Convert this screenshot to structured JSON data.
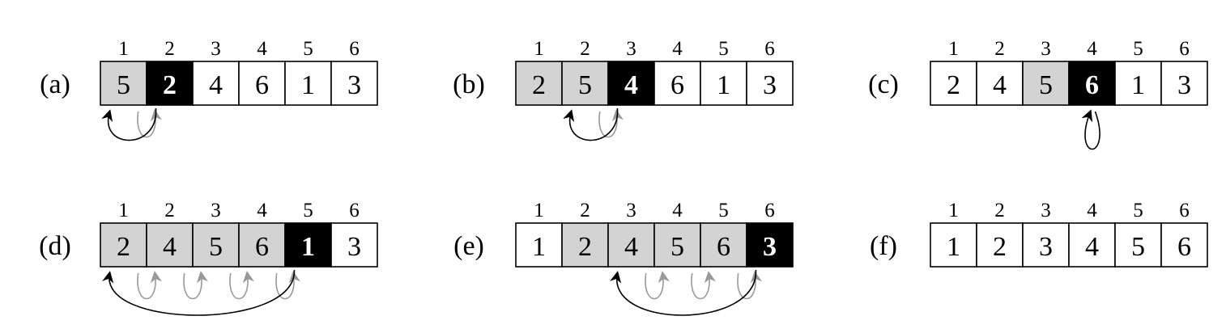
{
  "indices": [
    "1",
    "2",
    "3",
    "4",
    "5",
    "6"
  ],
  "panels": [
    {
      "label": "(a)",
      "values": [
        "5",
        "2",
        "4",
        "6",
        "1",
        "3"
      ],
      "states": [
        "gray",
        "key",
        "white",
        "white",
        "white",
        "white"
      ],
      "key_index": 1,
      "insert_index": 0,
      "shifts": [
        0
      ]
    },
    {
      "label": "(b)",
      "values": [
        "2",
        "5",
        "4",
        "6",
        "1",
        "3"
      ],
      "states": [
        "gray",
        "gray",
        "key",
        "white",
        "white",
        "white"
      ],
      "key_index": 2,
      "insert_index": 1,
      "shifts": [
        1
      ]
    },
    {
      "label": "(c)",
      "values": [
        "2",
        "4",
        "5",
        "6",
        "1",
        "3"
      ],
      "states": [
        "white",
        "white",
        "gray",
        "key",
        "white",
        "white"
      ],
      "key_index": 3,
      "insert_index": 3,
      "shifts": []
    },
    {
      "label": "(d)",
      "values": [
        "2",
        "4",
        "5",
        "6",
        "1",
        "3"
      ],
      "states": [
        "gray",
        "gray",
        "gray",
        "gray",
        "key",
        "white"
      ],
      "key_index": 4,
      "insert_index": 0,
      "shifts": [
        0,
        1,
        2,
        3
      ]
    },
    {
      "label": "(e)",
      "values": [
        "1",
        "2",
        "4",
        "5",
        "6",
        "3"
      ],
      "states": [
        "white",
        "gray",
        "gray",
        "gray",
        "gray",
        "key"
      ],
      "key_index": 5,
      "insert_index": 2,
      "shifts": [
        2,
        3,
        4
      ]
    },
    {
      "label": "(f)",
      "values": [
        "1",
        "2",
        "3",
        "4",
        "5",
        "6"
      ],
      "states": [
        "white",
        "white",
        "white",
        "white",
        "white",
        "white"
      ],
      "key_index": null,
      "insert_index": null,
      "shifts": []
    }
  ],
  "colors": {
    "gray": "#d3d3d3",
    "key": "#000000",
    "white": "#ffffff",
    "arrow_gray": "#999999",
    "arrow_black": "#000000"
  }
}
